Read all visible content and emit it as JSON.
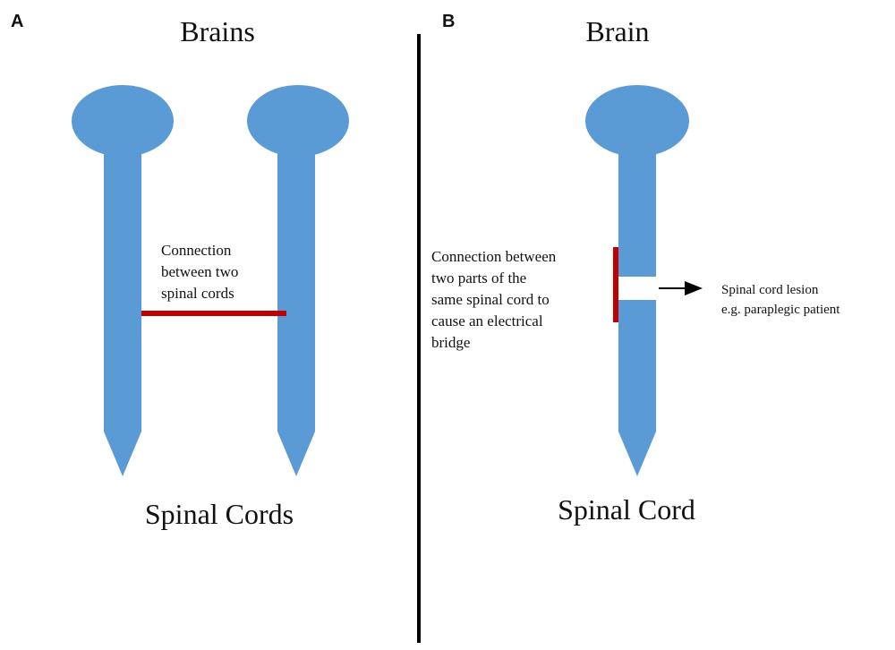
{
  "colors": {
    "cord": "#5b9bd5",
    "connection": "#c00000",
    "text": "#111111",
    "divider": "#000000"
  },
  "panel_a": {
    "letter": "A",
    "top_label": "Brains",
    "bottom_label": "Spinal Cords",
    "connection_label": [
      "Connection",
      "between two",
      "spinal cords"
    ]
  },
  "panel_b": {
    "letter": "B",
    "top_label": "Brain",
    "bottom_label": "Spinal Cord",
    "connection_label": [
      "Connection between",
      "two parts of the",
      "same spinal cord to",
      "cause an electrical",
      "bridge"
    ],
    "lesion_label": [
      "Spinal cord lesion",
      "e.g. paraplegic patient"
    ]
  }
}
